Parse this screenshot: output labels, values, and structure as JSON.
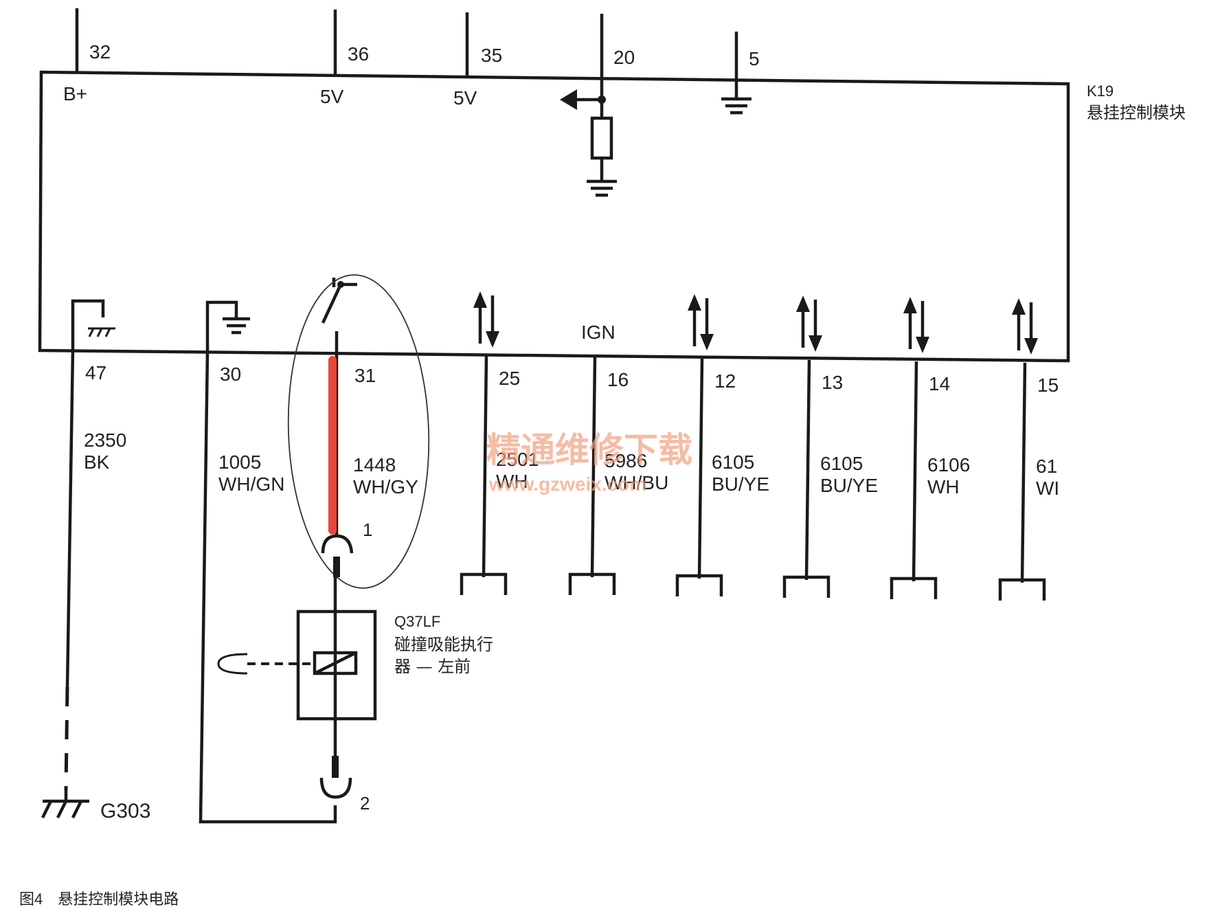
{
  "module": {
    "id": "K19",
    "name": "悬挂控制模块"
  },
  "top_pins": [
    {
      "pin": "32",
      "label": "B+"
    },
    {
      "pin": "36",
      "label": "5V"
    },
    {
      "pin": "35",
      "label": "5V"
    },
    {
      "pin": "20",
      "label": ""
    },
    {
      "pin": "5",
      "label": ""
    }
  ],
  "bottom_pins": [
    {
      "pin": "47",
      "circuit": "2350",
      "color": "BK"
    },
    {
      "pin": "30",
      "circuit": "1005",
      "color": "WH/GN"
    },
    {
      "pin": "31",
      "circuit": "1448",
      "color": "WH/GY"
    },
    {
      "pin": "25",
      "circuit": "2501",
      "color": "WH"
    },
    {
      "pin": "16",
      "circuit": "5986",
      "color": "WH/BU"
    },
    {
      "pin": "12",
      "circuit": "6105",
      "color": "BU/YE"
    },
    {
      "pin": "13",
      "circuit": "6105",
      "color": "BU/YE"
    },
    {
      "pin": "14",
      "circuit": "6106",
      "color": "WH"
    },
    {
      "pin": "15",
      "circuit": "61",
      "color": "WI"
    }
  ],
  "ign_label": "IGN",
  "actuator": {
    "id": "Q37LF",
    "name_line1": "碰撞吸能执行",
    "name_line2": "器 — 左前",
    "pin_top": "1",
    "pin_bottom": "2"
  },
  "ground": "G303",
  "caption": "图4　悬挂控制模块电路",
  "watermark": {
    "text": "精通维修下载",
    "url": "www.gzweix.com"
  },
  "colors": {
    "highlight": "#e8463a",
    "line": "#1a1a1a"
  }
}
